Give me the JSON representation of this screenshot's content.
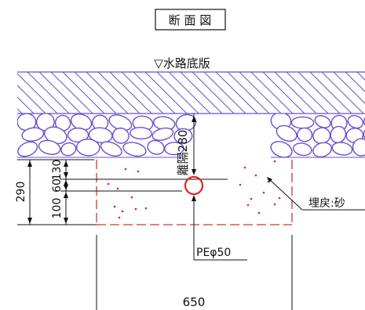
{
  "title": "断 面 図",
  "top_label": "▽水路底版",
  "pipe_label": "PEφ50",
  "backfill_label": "埋戻:砂",
  "separation_label": "離隔280",
  "dims_left": [
    "290",
    "130",
    "60",
    "100"
  ],
  "dim_bottom": "650",
  "colors": {
    "slab": "#6b4fd1",
    "trench": "#d9322b",
    "pipe": "#e3231f",
    "ink": "#111111"
  }
}
